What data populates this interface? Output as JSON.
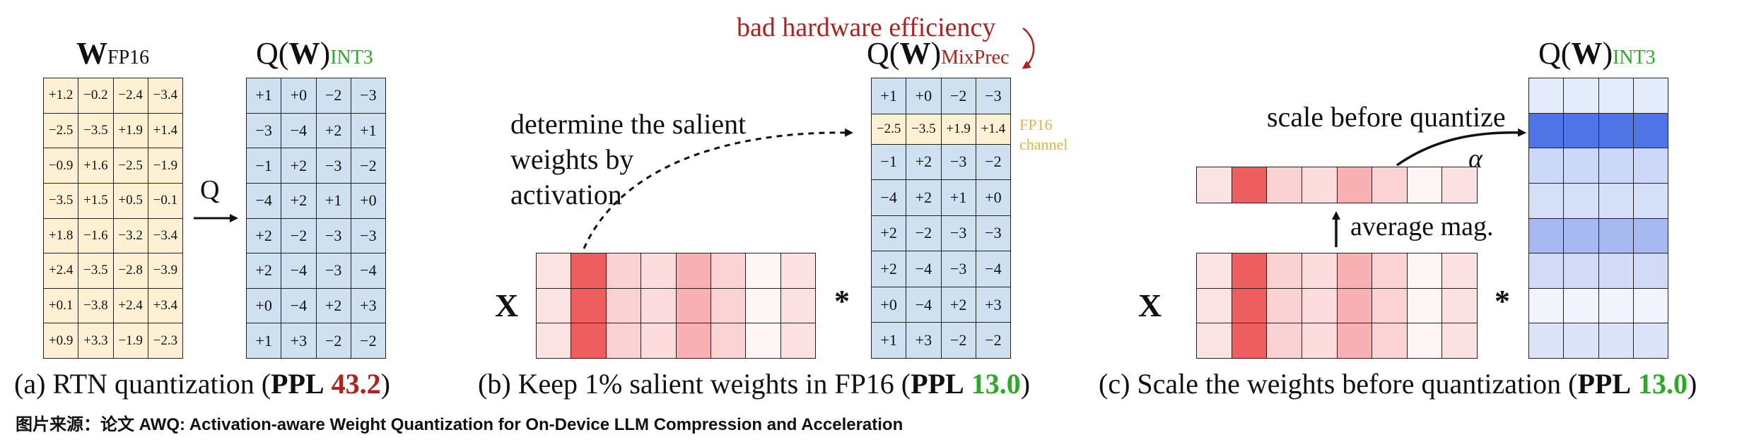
{
  "colors": {
    "fp16_cell": "#fdf0d3",
    "int_cell": "#cfe0f1",
    "accent_red": "#b0201c",
    "accent_green": "#2bab25",
    "fp16_channel_text": "#e3b24a",
    "scale_text": "#111111"
  },
  "panel_a": {
    "left_title_main": "W",
    "left_title_sub": "FP16",
    "right_title_prefix": "Q(",
    "right_title_bold": "W",
    "right_title_suffix": ")",
    "right_title_sub": "INT3",
    "arrow_label": "Q",
    "fp16_matrix": [
      [
        "+1.2",
        "−0.2",
        "−2.4",
        "−3.4"
      ],
      [
        "−2.5",
        "−3.5",
        "+1.9",
        "+1.4"
      ],
      [
        "−0.9",
        "+1.6",
        "−2.5",
        "−1.9"
      ],
      [
        "−3.5",
        "+1.5",
        "+0.5",
        "−0.1"
      ],
      [
        "+1.8",
        "−1.6",
        "−3.2",
        "−3.4"
      ],
      [
        "+2.4",
        "−3.5",
        "−2.8",
        "−3.9"
      ],
      [
        "+0.1",
        "−3.8",
        "+2.4",
        "+3.4"
      ],
      [
        "+0.9",
        "+3.3",
        "−1.9",
        "−2.3"
      ]
    ],
    "int3_matrix": [
      [
        "+1",
        "+0",
        "−2",
        "−3"
      ],
      [
        "−3",
        "−4",
        "+2",
        "+1"
      ],
      [
        "−1",
        "+2",
        "−3",
        "−2"
      ],
      [
        "−4",
        "+2",
        "+1",
        "+0"
      ],
      [
        "+2",
        "−2",
        "−3",
        "−3"
      ],
      [
        "+2",
        "−4",
        "−3",
        "−4"
      ],
      [
        "+0",
        "−4",
        "+2",
        "+3"
      ],
      [
        "+1",
        "+3",
        "−2",
        "−2"
      ]
    ],
    "caption_prefix": "(a) RTN quantization (",
    "caption_ppl": "PPL",
    "caption_value": "43.2",
    "caption_suffix": ")"
  },
  "panel_b": {
    "annotation_top": "bad hardware efficiency",
    "title_prefix": "Q(",
    "title_bold": "W",
    "title_suffix": ")",
    "title_sub": "MixPrec",
    "salient_text": [
      "determine the salient",
      "weights by",
      "activation"
    ],
    "x_label": "X",
    "mult_label": "*",
    "fp16_channel_label": [
      "FP16",
      "channel"
    ],
    "activation_colors": [
      "#fce3e3",
      "#ef5e5e",
      "#fbd2d4",
      "#fcdcdd",
      "#f8b0b3",
      "#fcd3d4",
      "#fdf6f5",
      "#fbe1e2"
    ],
    "mixprec_matrix": [
      [
        "+1",
        "+0",
        "−2",
        "−3"
      ],
      [
        "−2.5",
        "−3.5",
        "+1.9",
        "+1.4"
      ],
      [
        "−1",
        "+2",
        "−3",
        "−2"
      ],
      [
        "−4",
        "+2",
        "+1",
        "+0"
      ],
      [
        "+2",
        "−2",
        "−3",
        "−3"
      ],
      [
        "+2",
        "−4",
        "−3",
        "−4"
      ],
      [
        "+0",
        "−4",
        "+2",
        "+3"
      ],
      [
        "+1",
        "+3",
        "−2",
        "−2"
      ]
    ],
    "caption_prefix": "(b) Keep 1% salient weights in FP16 (",
    "caption_ppl": "PPL",
    "caption_value": "13.0",
    "caption_suffix": ")"
  },
  "panel_c": {
    "scale_text": "scale before quantize",
    "alpha": "α",
    "avg_text": "average mag.",
    "x_label": "X",
    "mult_label": "*",
    "title_prefix": "Q(",
    "title_bold": "W",
    "title_suffix": ")",
    "title_sub": "INT3",
    "avg_colors": [
      "#fce3e3",
      "#ef5e5e",
      "#fbd2d4",
      "#fcdcdd",
      "#f8b0b3",
      "#fcd3d4",
      "#fdf6f5",
      "#fbe1e2"
    ],
    "activation_colors": [
      "#fce3e3",
      "#ef5e5e",
      "#fbd2d4",
      "#fcdcdd",
      "#f8b0b3",
      "#fcd3d4",
      "#fdf6f5",
      "#fbe1e2"
    ],
    "weight_row_colors": [
      "#e4ebfb",
      "#4f74e6",
      "#ccd8f7",
      "#d6dff8",
      "#a7b9f1",
      "#d1dbf7",
      "#f1f4fd",
      "#dbe3f9"
    ],
    "caption_prefix": "(c) Scale the weights before quantization (",
    "caption_ppl": "PPL",
    "caption_value": "13.0",
    "caption_suffix": ")"
  },
  "footer": "图片来源：论文 AWQ: Activation-aware Weight Quantization for On-Device LLM Compression and Acceleration"
}
